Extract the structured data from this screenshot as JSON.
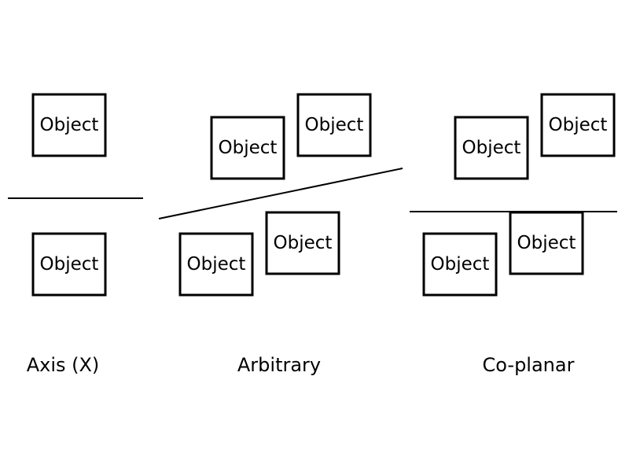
{
  "diagram": {
    "object_label": "Object",
    "panels": [
      {
        "caption": "Axis (X)"
      },
      {
        "caption": "Arbitrary"
      },
      {
        "caption": "Co-planar"
      }
    ]
  }
}
